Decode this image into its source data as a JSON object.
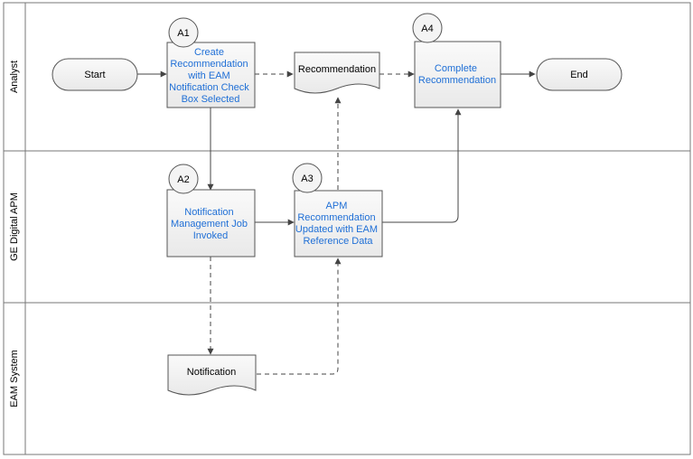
{
  "lanes": {
    "analyst": "Analyst",
    "apm": "GE Digital APM",
    "eam": "EAM System"
  },
  "nodes": {
    "start": {
      "label": "Start"
    },
    "end": {
      "label": "End"
    },
    "a1": {
      "badge": "A1",
      "lines": [
        "Create",
        "Recommendation",
        "with EAM",
        "Notification Check",
        "Box Selected"
      ]
    },
    "a2": {
      "badge": "A2",
      "lines": [
        "Notification",
        "Management Job",
        "Invoked"
      ]
    },
    "a3": {
      "badge": "A3",
      "lines": [
        "APM",
        "Recommendation",
        "Updated with EAM",
        "Reference Data"
      ]
    },
    "a4": {
      "badge": "A4",
      "lines": [
        "Complete",
        "Recommendation"
      ]
    },
    "doc_recommendation": {
      "label": "Recommendation"
    },
    "doc_notification": {
      "label": "Notification"
    }
  },
  "colors": {
    "link_text": "#1f6fd6",
    "box_fill": "#f2f2f2",
    "stroke": "#555555"
  }
}
